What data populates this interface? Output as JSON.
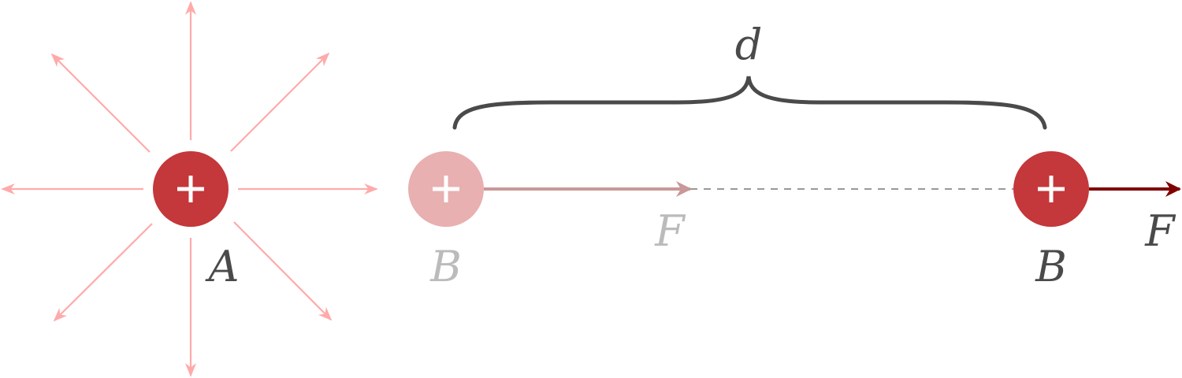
{
  "labels": {
    "charge_a": "A",
    "charge_b_initial": "B",
    "charge_b_final": "B",
    "force_initial": "F",
    "force_final": "F",
    "distance": "d"
  },
  "colors": {
    "charge": "#c4373a",
    "charge_faded": "#e8b0b0",
    "field_lines": "#ffaaaa",
    "force_initial": "#c99898",
    "force_final": "#7f0000",
    "text": "#4a4a4a",
    "text_faded": "#bbbbbb",
    "dashed": "#999999"
  },
  "charge_sign": "+"
}
